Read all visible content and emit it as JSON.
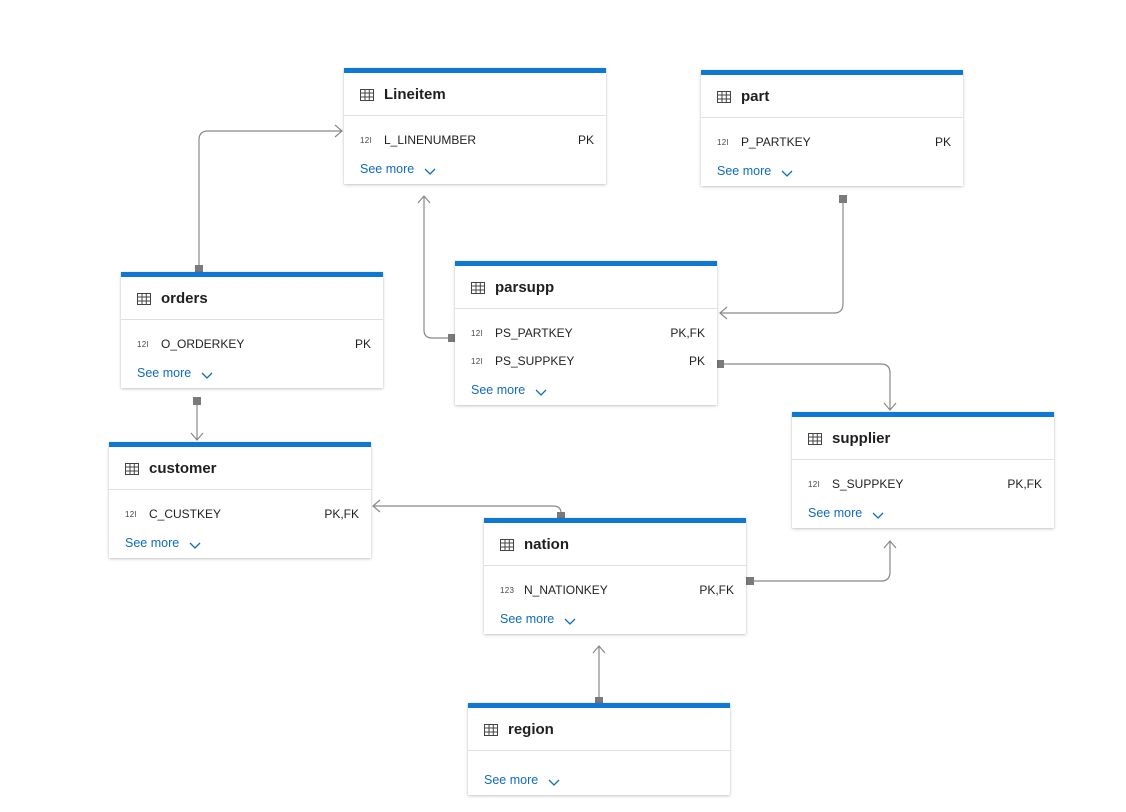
{
  "tables": [
    {
      "id": "lineitem",
      "name": "Lineitem",
      "columns": [
        {
          "type": "12l",
          "name": "L_LINENUMBER",
          "key": "PK"
        }
      ],
      "see_more": "See more"
    },
    {
      "id": "part",
      "name": "part",
      "columns": [
        {
          "type": "12l",
          "name": "P_PARTKEY",
          "key": "PK"
        }
      ],
      "see_more": "See more"
    },
    {
      "id": "orders",
      "name": "orders",
      "columns": [
        {
          "type": "12l",
          "name": "O_ORDERKEY",
          "key": "PK"
        }
      ],
      "see_more": "See more"
    },
    {
      "id": "parsupp",
      "name": "parsupp",
      "columns": [
        {
          "type": "12l",
          "name": "PS_PARTKEY",
          "key": "PK,FK"
        },
        {
          "type": "12l",
          "name": "PS_SUPPKEY",
          "key": "PK"
        }
      ],
      "see_more": "See more"
    },
    {
      "id": "customer",
      "name": "customer",
      "columns": [
        {
          "type": "12l",
          "name": "C_CUSTKEY",
          "key": "PK,FK"
        }
      ],
      "see_more": "See more"
    },
    {
      "id": "supplier",
      "name": "supplier",
      "columns": [
        {
          "type": "12l",
          "name": "S_SUPPKEY",
          "key": "PK,FK"
        }
      ],
      "see_more": "See more"
    },
    {
      "id": "nation",
      "name": "nation",
      "columns": [
        {
          "type": "123",
          "name": "N_NATIONKEY",
          "key": "PK,FK"
        }
      ],
      "see_more": "See more"
    },
    {
      "id": "region",
      "name": "region",
      "columns": [],
      "see_more": "See more"
    }
  ],
  "relationships": [
    {
      "from": "orders",
      "to": "lineitem"
    },
    {
      "from": "parsupp",
      "to": "lineitem"
    },
    {
      "from": "part",
      "to": "parsupp"
    },
    {
      "from": "parsupp",
      "to": "supplier"
    },
    {
      "from": "orders",
      "to": "customer"
    },
    {
      "from": "nation",
      "to": "customer"
    },
    {
      "from": "nation",
      "to": "supplier"
    },
    {
      "from": "region",
      "to": "nation"
    }
  ],
  "colors": {
    "accent": "#0f78d4",
    "link": "#0f6cbd",
    "connector": "#8a8886"
  },
  "icons": {
    "table": "table-grid-icon",
    "expand": "chevron-down-icon"
  }
}
